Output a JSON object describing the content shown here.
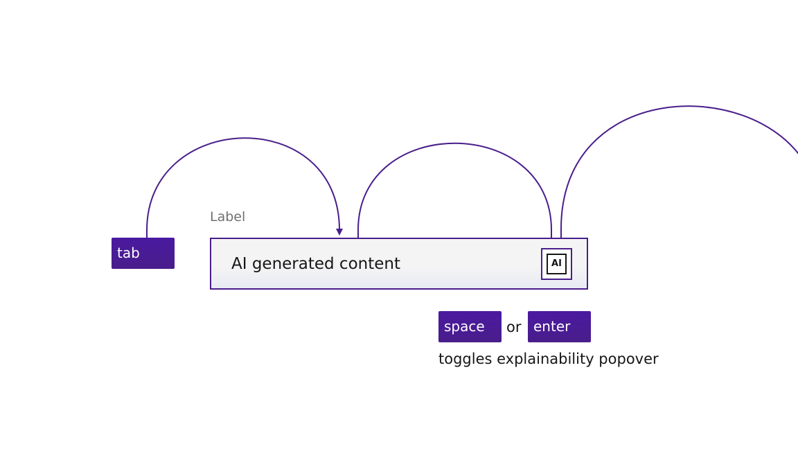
{
  "keys": {
    "tab": "tab",
    "space": "space",
    "enter": "enter"
  },
  "field": {
    "label": "Label",
    "value": "AI generated content",
    "ai_badge": "AI"
  },
  "connector_text": "or",
  "caption": "toggles explainability popover",
  "colors": {
    "accent": "#491d8b",
    "text": "#161616",
    "label_text": "#6f6f6f",
    "field_bg": "#f4f4f4"
  },
  "icons": [
    "ai-label-icon",
    "arrow-icon"
  ]
}
